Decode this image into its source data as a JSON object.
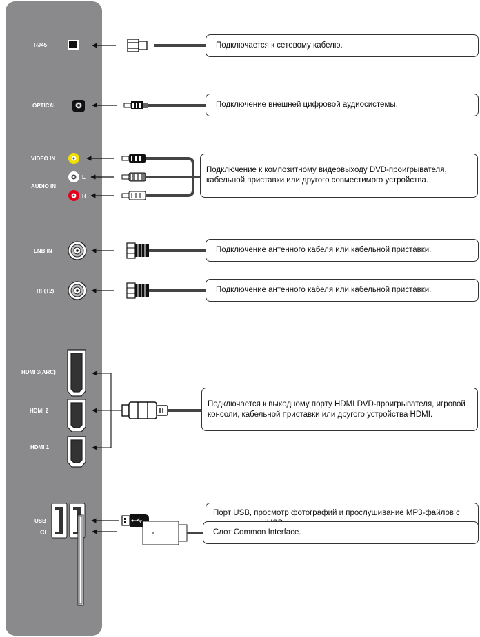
{
  "ports": {
    "rj45": "RJ45",
    "optical": "OPTICAL",
    "video_in": "VIDEO IN",
    "audio_in": "AUDIO IN",
    "audio_l": "L",
    "audio_r": "R",
    "lnb_in": "LNB IN",
    "rf_t2": "RF(T2)",
    "hdmi3": "HDMI 3(ARC)",
    "hdmi2": "HDMI 2",
    "hdmi1": "HDMI 1",
    "usb": "USB",
    "ci": "CI"
  },
  "descriptions": {
    "rj45": "Подключается к сетевому кабелю.",
    "optical": "Подключение внешней цифровой аудиосистемы.",
    "av": "Подключение к композитному видеовыходу DVD-проигрывателя, кабельной приставки или другого совместимого устройства.",
    "lnb": "Подключение антенного кабеля или кабельной приставки.",
    "rf": "Подключение антенного кабеля или кабельной приставки.",
    "hdmi": "Подключается к выходному порту HDMI DVD-проигрывателя, игровой консоли, кабельной приставки или другого устройства HDMI.",
    "usb": "Порт USB, просмотр фотографий и прослушивание MP3-файлов с совместимого USB-накопителя.",
    "ci": "Слот Common Interface."
  },
  "colors": {
    "panel": "#8a8a8c",
    "video_yellow": "#f2e100",
    "audio_red": "#e3001b",
    "audio_white": "#ffffff"
  },
  "icons": [
    "rj45-jack-icon",
    "optical-jack-icon",
    "rca-jack-icon",
    "coax-jack-icon",
    "hdmi-port-icon",
    "usb-port-icon",
    "ci-slot-icon",
    "ethernet-plug-icon",
    "optical-plug-icon",
    "rca-plug-icon",
    "coax-plug-icon",
    "hdmi-plug-icon",
    "usb-plug-icon",
    "ci-card-icon"
  ]
}
